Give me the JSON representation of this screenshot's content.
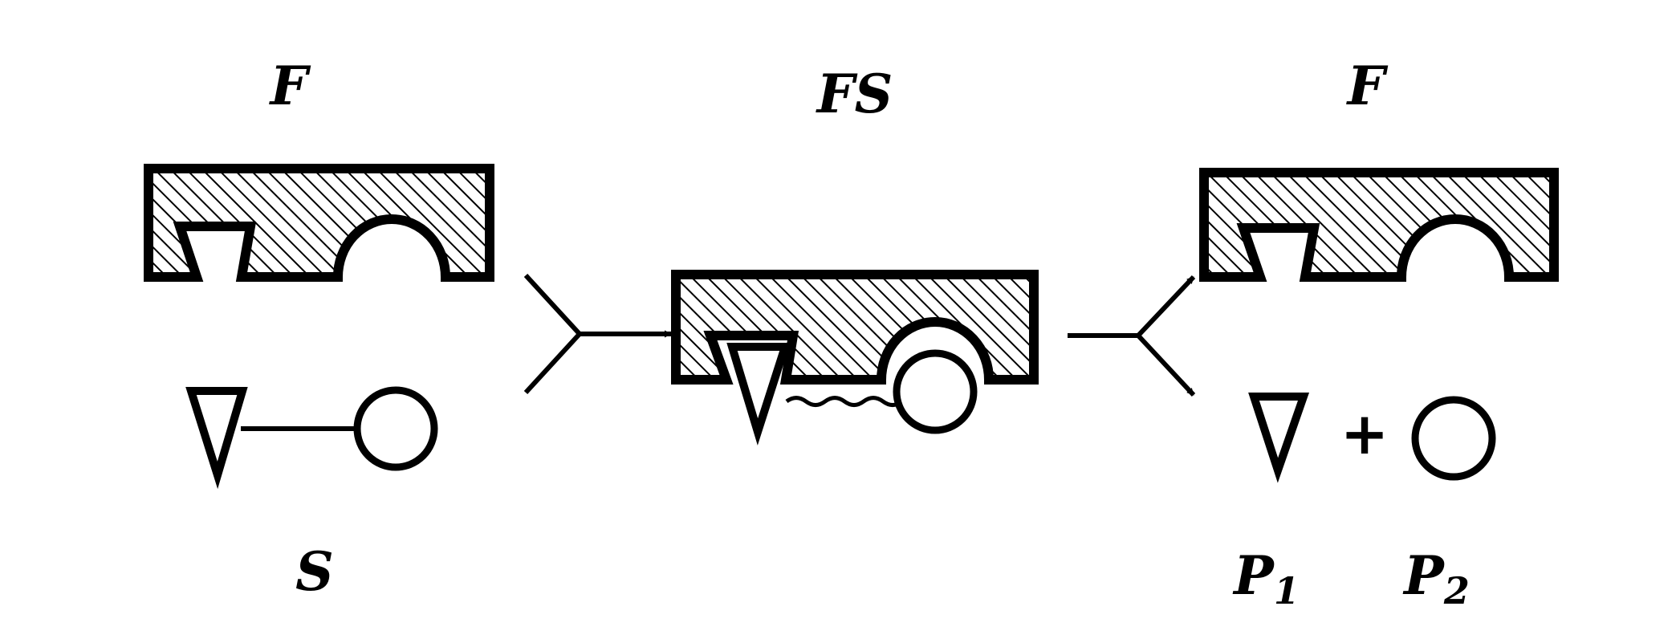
{
  "labels": {
    "enzyme_left": "F",
    "complex": "FS",
    "enzyme_right": "F",
    "substrate": "S",
    "product1_letter": "P",
    "product1_sub": "1",
    "product2_letter": "P",
    "product2_sub": "2",
    "plus": "+"
  },
  "colors": {
    "ink": "#000000",
    "paper": "#ffffff"
  }
}
